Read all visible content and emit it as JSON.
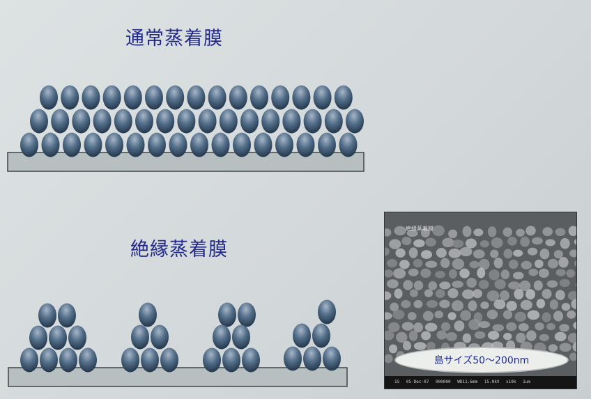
{
  "titles": {
    "normal": "通常蒸着膜",
    "insulating": "絶縁蒸着膜"
  },
  "sem": {
    "overlay_text": "絶縁蒸着膜",
    "caption": "島サイズ50～200nm",
    "info_bar": "15  05-Dec-07  000000 WD11.6mm 15.0kV x10k  1um"
  },
  "colors": {
    "title": "#232a8a",
    "grain_top": "#9fb0c2",
    "grain_mid": "#4b6681",
    "grain_dark": "#1e3246",
    "substrate": "#b7bfc1"
  }
}
